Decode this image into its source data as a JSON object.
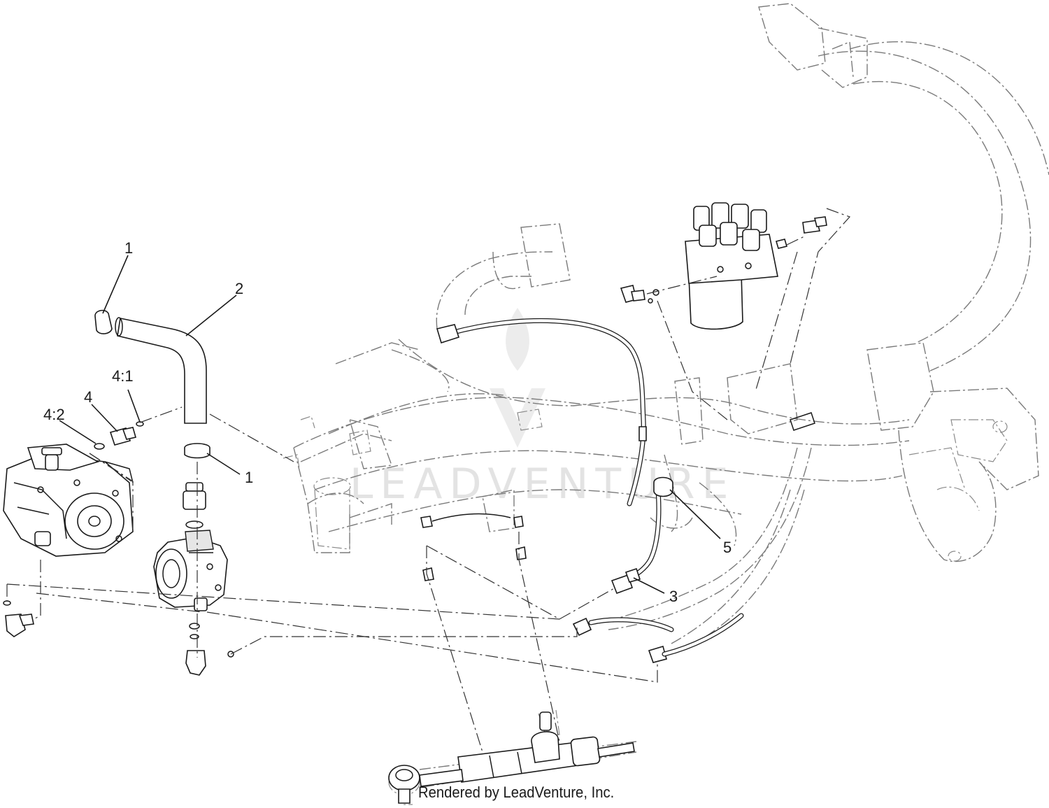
{
  "watermark": {
    "text": "LEADVENTURE"
  },
  "callouts": [
    {
      "id": "c1a",
      "label": "1"
    },
    {
      "id": "c2",
      "label": "2"
    },
    {
      "id": "c41",
      "label": "4:1"
    },
    {
      "id": "c4",
      "label": "4"
    },
    {
      "id": "c42",
      "label": "4:2"
    },
    {
      "id": "c1b",
      "label": "1"
    },
    {
      "id": "c5",
      "label": "5"
    },
    {
      "id": "c3",
      "label": "3"
    }
  ],
  "footer": {
    "text": "Rendered by LeadVenture, Inc."
  },
  "colors": {
    "ink": "#1a1a1a",
    "phantom": "#7a7a7a",
    "watermark": "#e3e3e3"
  }
}
